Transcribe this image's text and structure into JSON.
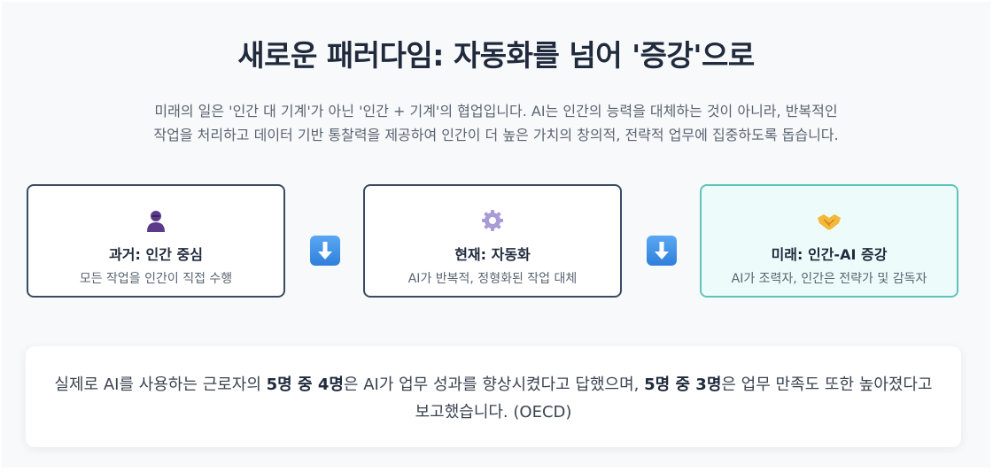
{
  "title": "새로운 패러다임: 자동화를 넘어 '증강'으로",
  "intro": {
    "line1": "미래의 일은 '인간 대 기계'가 아닌 '인간 + 기계'의 협업입니다. AI는 인간의 능력을 대체하는 것이 아니라, 반복적인",
    "line2": "작업을 처리하고 데이터 기반 통찰력을 제공하여 인간이 더 높은 가치의 창의적, 전략적 업무에 집중하도록 돕습니다."
  },
  "stages": [
    {
      "icon": "person-icon",
      "title": "과거: 인간 중심",
      "desc": "모든 작업을 인간이 직접 수행"
    },
    {
      "icon": "gear-icon",
      "title": "현재: 자동화",
      "desc": "AI가 반복적, 정형화된 작업 대체"
    },
    {
      "icon": "handshake-icon",
      "title": "미래: 인간-AI 증강",
      "desc": "AI가 조력자, 인간은 전략가 및 감독자"
    }
  ],
  "colors": {
    "card_border": "#3a4a63",
    "highlight_border": "#5fc4b9",
    "highlight_bg": "#edfcfb",
    "arrow": "#2f7fdc"
  },
  "stat": {
    "part1": "실제로 AI를 사용하는 근로자의 ",
    "bold1": "5명 중 4명",
    "part2": "은 AI가 업무 성과를 향상시켰다고 답했으며, ",
    "bold2": "5명 중 3명",
    "part3": "은 업무 만족도 또한 높아졌다고 보고했습니다. (OECD)"
  }
}
